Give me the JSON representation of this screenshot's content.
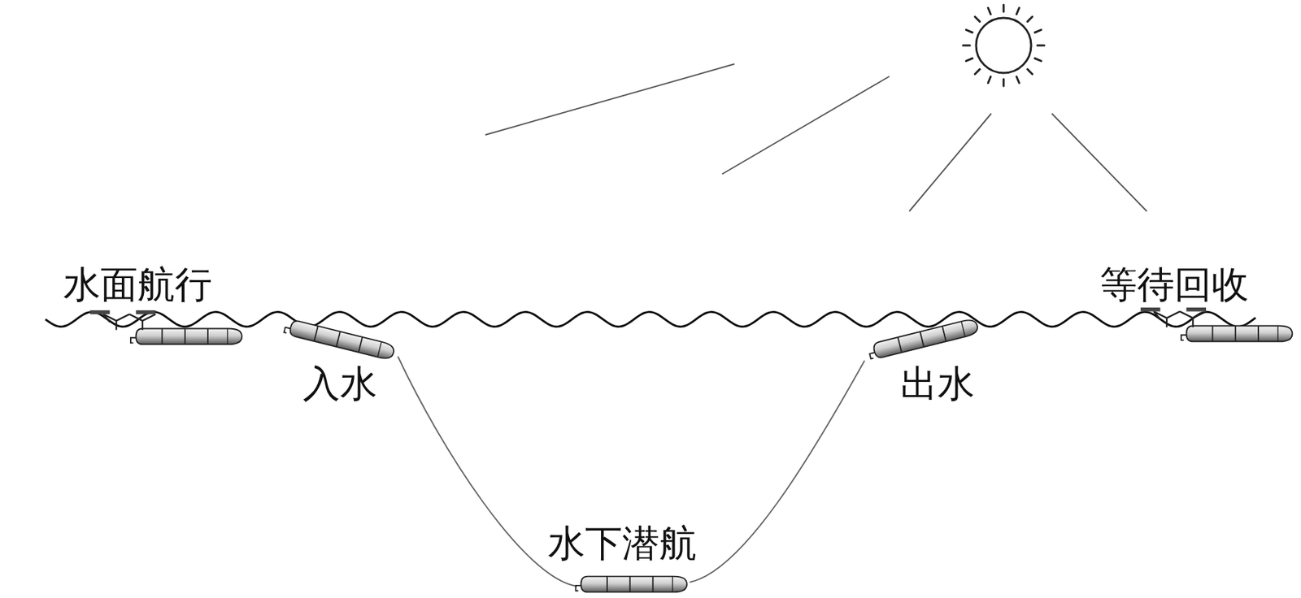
{
  "diagram": {
    "labels": [
      "水面航行",
      "入水",
      "水下潜航",
      "出水",
      "等待回收"
    ]
  }
}
